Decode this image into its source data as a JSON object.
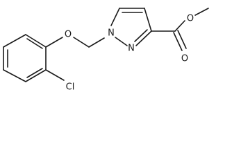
{
  "molecule": {
    "atoms": {
      "oxygen_ether": "O",
      "nitrogen_1": "N",
      "nitrogen_2": "N",
      "oxygen_ester": "O",
      "oxygen_carbonyl": "O",
      "chlorine": "Cl"
    }
  }
}
